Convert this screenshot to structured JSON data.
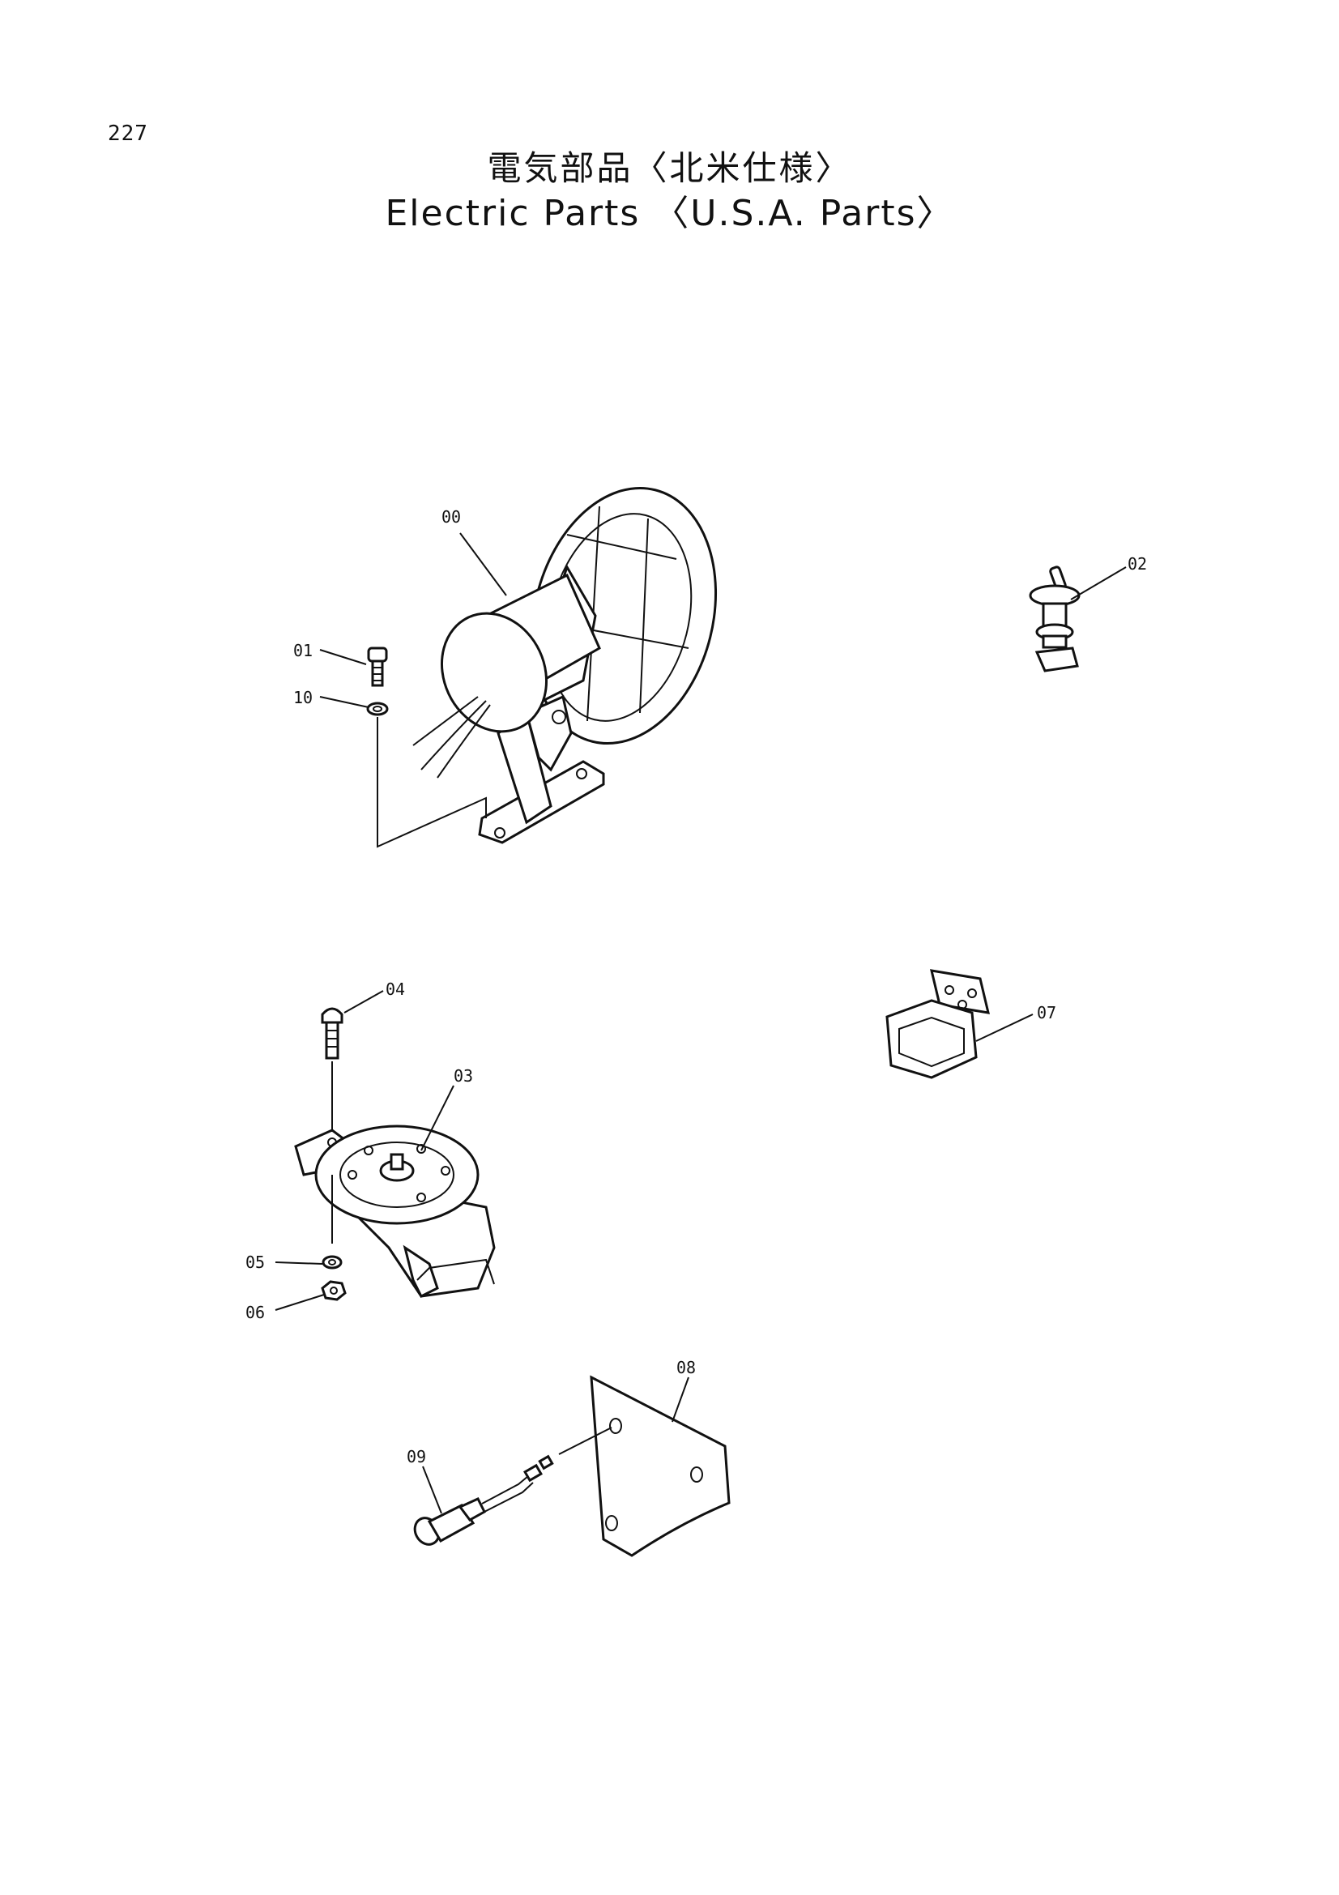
{
  "page_number": "227",
  "title": {
    "japanese": "電気部品〈北米仕様〉",
    "english": "Electric Parts 〈U.S.A. Parts〉"
  },
  "callouts": {
    "p00": "00",
    "p01": "01",
    "p02": "02",
    "p03": "03",
    "p04": "04",
    "p05": "05",
    "p06": "06",
    "p07": "07",
    "p08": "08",
    "p09": "09",
    "p10": "10"
  }
}
